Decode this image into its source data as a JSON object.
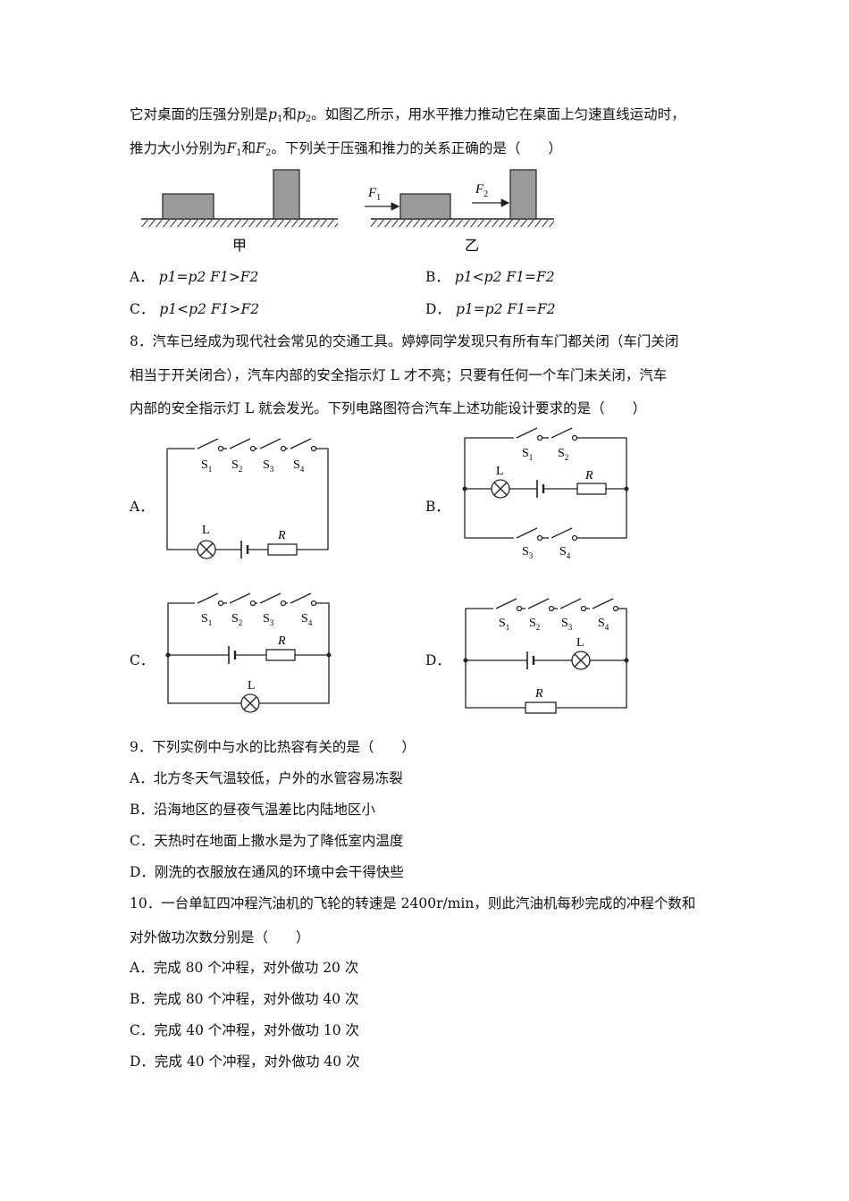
{
  "q7": {
    "line1_a": "它对桌面的压强分别是",
    "line1_b": "和",
    "line1_c": "。如图乙所示，用水平推力推动它在桌面上匀速直线运动时，",
    "line2_a": "推力大小分别为",
    "line2_b": "和",
    "line2_c": "。下列关于压强和推力的关系正确的是（　　）",
    "p1": "p",
    "p2": "p",
    "F1": "F",
    "F2": "F",
    "sub1": "1",
    "sub2": "2",
    "fig_left_caption": "甲",
    "fig_right_caption": "乙",
    "fig_label_F1": "F",
    "fig_label_F2": "F",
    "options": {
      "A": {
        "letter": "A．",
        "text": "p1=p2  F1>F2"
      },
      "B": {
        "letter": "B．",
        "text": "p1<p2  F1=F2"
      },
      "C": {
        "letter": "C．",
        "text": "p1<p2   F1>F2"
      },
      "D": {
        "letter": "D．",
        "text": "p1=p2  F1=F2"
      }
    }
  },
  "q8": {
    "line1": "8．汽车已经成为现代社会常见的交通工具。婷婷同学发现只有所有车门都关闭（车门关闭",
    "line2": "相当于开关闭合），汽车内部的安全指示灯 L 才不亮；只要有任何一个车门未关闭，汽车",
    "line3": "内部的安全指示灯 L 就会发光。下列电路图符合汽车上述功能设计要求的是（　　）",
    "option_letters": {
      "A": "A．",
      "B": "B．",
      "C": "C．",
      "D": "D．"
    },
    "labels": {
      "S": "S",
      "s1": "1",
      "s2": "2",
      "s3": "3",
      "s4": "4",
      "L": "L",
      "R": "R"
    }
  },
  "q9": {
    "stem": "9．下列实例中与水的比热容有关的是（　　）",
    "options": [
      "A．北方冬天气温较低，户外的水管容易冻裂",
      "B．沿海地区的昼夜气温差比内陆地区小",
      "C．天热时在地面上撒水是为了降低室内温度",
      "D．刚洗的衣服放在通风的环境中会干得快些"
    ]
  },
  "q10": {
    "line1": "10．一台单缸四冲程汽油机的飞轮的转速是 2400r/min，则此汽油机每秒完成的冲程个数和",
    "line2": "对外做功次数分别是（　　）",
    "options": [
      "A．完成 80 个冲程，对外做功 20 次",
      "B．完成 80 个冲程，对外做功 40 次",
      "C．完成 40 个冲程，对外做功 10 次",
      "D．完成 40 个冲程，对外做功 40 次"
    ]
  }
}
